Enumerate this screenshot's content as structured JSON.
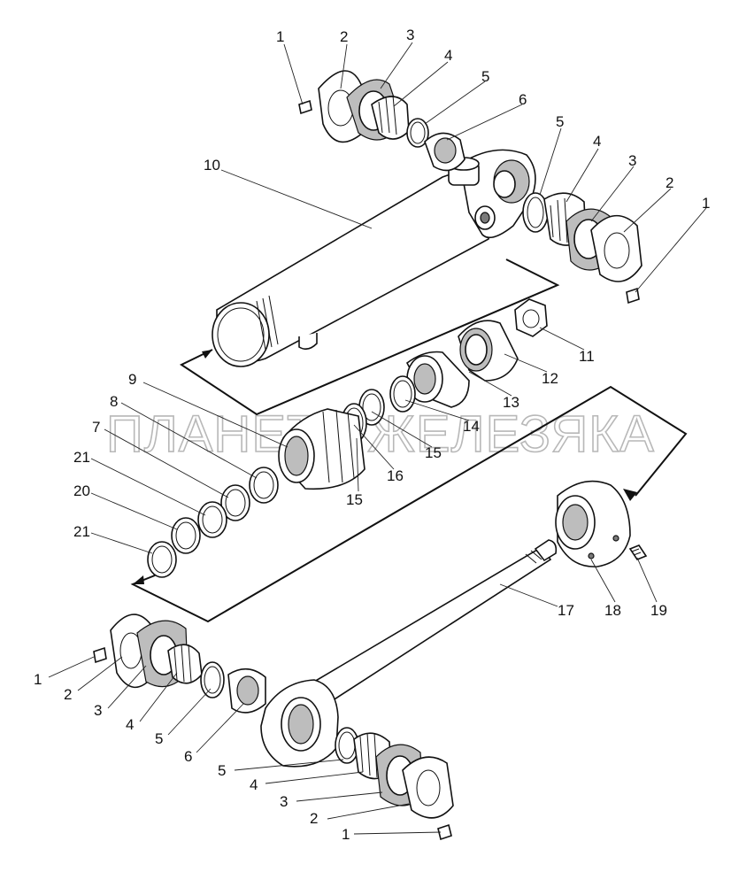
{
  "watermark": "ПЛАНЕТА ЖЕЛЕЗЯКА",
  "callouts": [
    {
      "id": "c1a",
      "text": "1"
    },
    {
      "id": "c2a",
      "text": "2"
    },
    {
      "id": "c3a",
      "text": "3"
    },
    {
      "id": "c4a",
      "text": "4"
    },
    {
      "id": "c5a",
      "text": "5"
    },
    {
      "id": "c6a",
      "text": "6"
    },
    {
      "id": "c10",
      "text": "10"
    },
    {
      "id": "c5b",
      "text": "5"
    },
    {
      "id": "c4b",
      "text": "4"
    },
    {
      "id": "c3b",
      "text": "3"
    },
    {
      "id": "c2b",
      "text": "2"
    },
    {
      "id": "c1b",
      "text": "1"
    },
    {
      "id": "c11",
      "text": "11"
    },
    {
      "id": "c12",
      "text": "12"
    },
    {
      "id": "c13",
      "text": "13"
    },
    {
      "id": "c14",
      "text": "14"
    },
    {
      "id": "c15a",
      "text": "15"
    },
    {
      "id": "c16",
      "text": "16"
    },
    {
      "id": "c15b",
      "text": "15"
    },
    {
      "id": "c9",
      "text": "9"
    },
    {
      "id": "c8",
      "text": "8"
    },
    {
      "id": "c7",
      "text": "7"
    },
    {
      "id": "c21a",
      "text": "21"
    },
    {
      "id": "c20",
      "text": "20"
    },
    {
      "id": "c21b",
      "text": "21"
    },
    {
      "id": "c17",
      "text": "17"
    },
    {
      "id": "c18",
      "text": "18"
    },
    {
      "id": "c19",
      "text": "19"
    },
    {
      "id": "c1c",
      "text": "1"
    },
    {
      "id": "c2c",
      "text": "2"
    },
    {
      "id": "c3c",
      "text": "3"
    },
    {
      "id": "c4c",
      "text": "4"
    },
    {
      "id": "c5c",
      "text": "5"
    },
    {
      "id": "c6c",
      "text": "6"
    },
    {
      "id": "c5d",
      "text": "5"
    },
    {
      "id": "c4d",
      "text": "4"
    },
    {
      "id": "c3d",
      "text": "3"
    },
    {
      "id": "c2d",
      "text": "2"
    },
    {
      "id": "c1d",
      "text": "1"
    }
  ]
}
